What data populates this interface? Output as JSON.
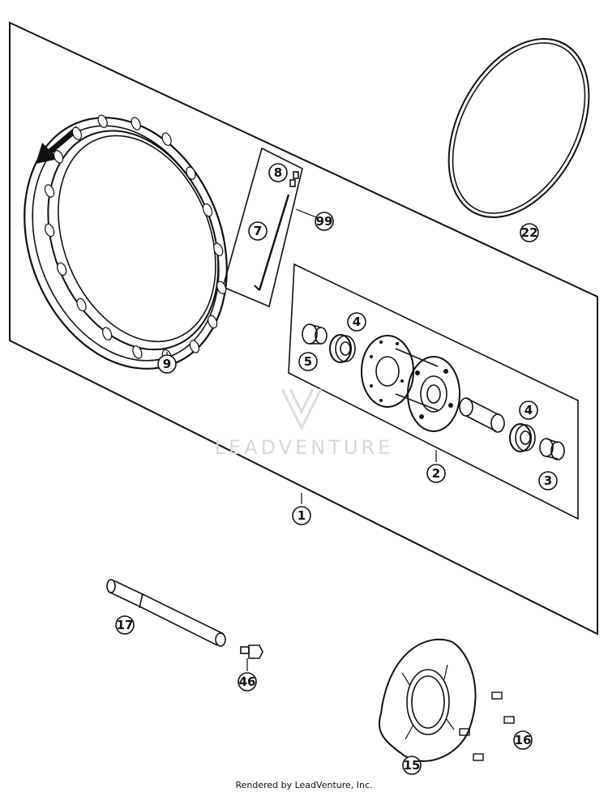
{
  "diagram": {
    "callouts": [
      {
        "id": "c1",
        "label": "1"
      },
      {
        "id": "c2",
        "label": "2"
      },
      {
        "id": "c3",
        "label": "3"
      },
      {
        "id": "c4a",
        "label": "4"
      },
      {
        "id": "c4b",
        "label": "4"
      },
      {
        "id": "c5",
        "label": "5"
      },
      {
        "id": "c7",
        "label": "7"
      },
      {
        "id": "c8",
        "label": "8"
      },
      {
        "id": "c9",
        "label": "9"
      },
      {
        "id": "c15",
        "label": "15"
      },
      {
        "id": "c16",
        "label": "16"
      },
      {
        "id": "c17",
        "label": "17"
      },
      {
        "id": "c22",
        "label": "22"
      },
      {
        "id": "c46",
        "label": "46"
      },
      {
        "id": "c99",
        "label": "99"
      }
    ],
    "watermark_text": "LEADVENTURE",
    "footer_text": "Rendered by LeadVenture, Inc."
  }
}
